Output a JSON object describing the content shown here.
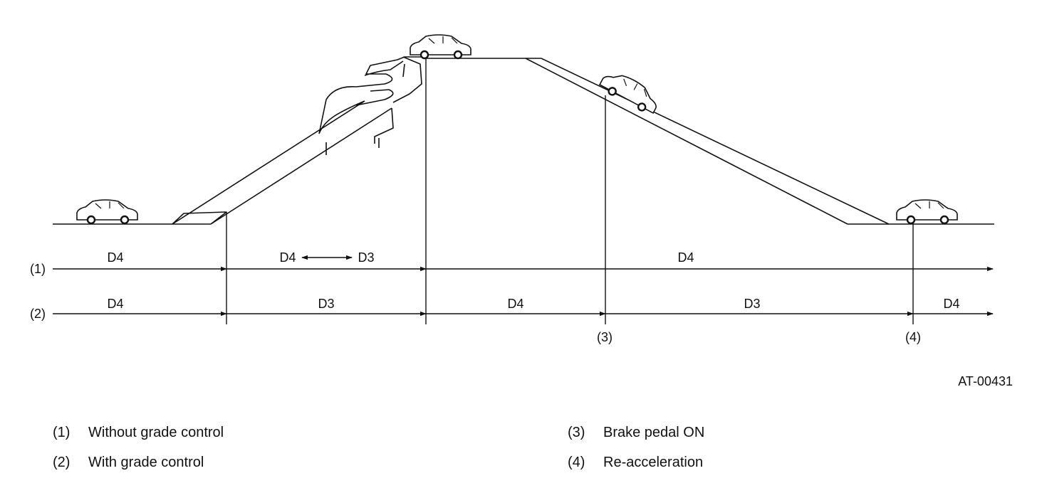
{
  "rows": [
    {
      "label": "(1)",
      "segments": [
        "D4",
        "D4",
        "D3",
        "D4"
      ]
    },
    {
      "label": "(2)",
      "segments": [
        "D4",
        "D3",
        "D4",
        "D3",
        "D4"
      ]
    }
  ],
  "markers": [
    "(3)",
    "(4)"
  ],
  "figure_id": "AT-00431",
  "legend": [
    {
      "num": "(1)",
      "text": "Without grade control"
    },
    {
      "num": "(2)",
      "text": "With grade control"
    },
    {
      "num": "(3)",
      "text": "Brake pedal ON"
    },
    {
      "num": "(4)",
      "text": "Re-acceleration"
    }
  ],
  "icons": [
    "car-icon",
    "arrow-right-icon",
    "double-arrow-icon"
  ],
  "colors": {
    "ink": "#111111",
    "background": "#ffffff"
  }
}
